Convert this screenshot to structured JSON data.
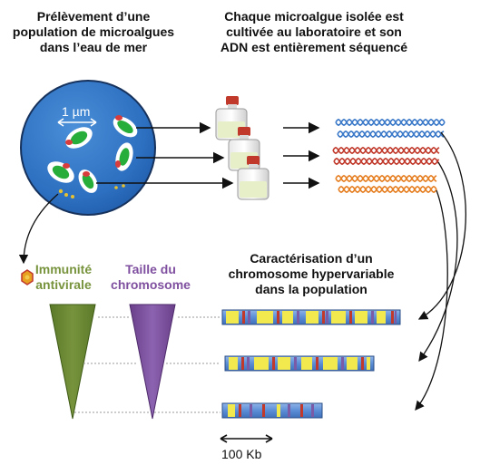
{
  "texts": {
    "sampling": [
      "Prélèvement d’une",
      "population de microalgues",
      "dans l’eau de mer"
    ],
    "culture": [
      "Chaque microalgue isolée est",
      "cultivée au laboratoire et son",
      "ADN est entièrement séquencé"
    ],
    "antiviral": [
      "Immunité",
      "antivirale"
    ],
    "chromosome_size": [
      "Taille du",
      "chromosome"
    ],
    "characterization": [
      "Caractérisation d’un",
      "chromosome hypervariable",
      "dans la population"
    ],
    "micrometer": "1 µm",
    "scale_bar": "100 Kb"
  },
  "colors": {
    "antiviral_label": "#77933c",
    "chromosome_size_label": "#7f4f9f",
    "seawater": "#2d6fc0",
    "chromosome_band_yellow": "#f2e94e",
    "chromosome_band_red": "#c0392b",
    "chromosome_band_purple": "#7b5aa6",
    "dna_blue": "#3a78c8",
    "dna_red": "#c0392b",
    "dna_orange": "#e67e22"
  },
  "icons": [
    "virus-icon",
    "culture-bottle",
    "algae-cell"
  ]
}
